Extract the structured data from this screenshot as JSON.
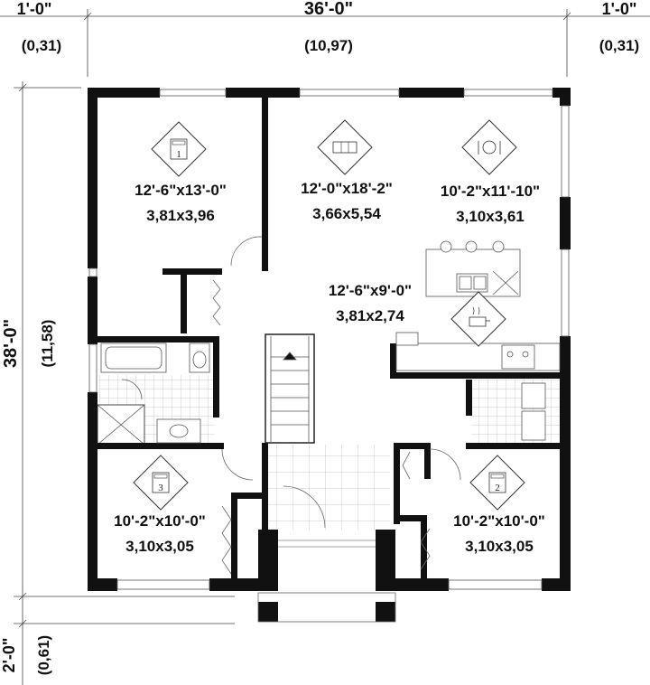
{
  "dimensions": {
    "top_left": {
      "imperial": "1'-0\"",
      "metric": "(0,31)"
    },
    "top_center": {
      "imperial": "36'-0\"",
      "metric": "(10,97)"
    },
    "top_right": {
      "imperial": "1'-0\"",
      "metric": "(0,31)"
    },
    "left_side": {
      "imperial": "38'-0\"",
      "metric": "(11,58)"
    },
    "bottom_left": {
      "imperial": "2'-0\"",
      "metric": "(0,61)"
    }
  },
  "rooms": {
    "bedroom_1": {
      "number": "1",
      "size_imperial": "12'-6\"x13'-0\"",
      "size_metric": "3,81x3,96"
    },
    "living": {
      "size_imperial": "12'-0\"x18'-2\"",
      "size_metric": "3,66x5,54"
    },
    "dining": {
      "size_imperial": "10'-2\"x11'-10\"",
      "size_metric": "3,10x3,61"
    },
    "kitchen": {
      "size_imperial": "12'-6\"x9'-0\"",
      "size_metric": "3,81x2,74"
    },
    "bedroom_3": {
      "number": "3",
      "size_imperial": "10'-2\"x10'-0\"",
      "size_metric": "3,10x3,05"
    },
    "bedroom_2": {
      "number": "2",
      "size_imperial": "10'-2\"x10'-0\"",
      "size_metric": "3,10x3,05"
    }
  },
  "icons": {
    "bedroom_1": "bed-icon",
    "living": "sofa-icon",
    "dining": "dining-icon",
    "kitchen": "kitchen-icon",
    "bedroom_3": "bed-icon",
    "bedroom_2": "bed-icon"
  }
}
